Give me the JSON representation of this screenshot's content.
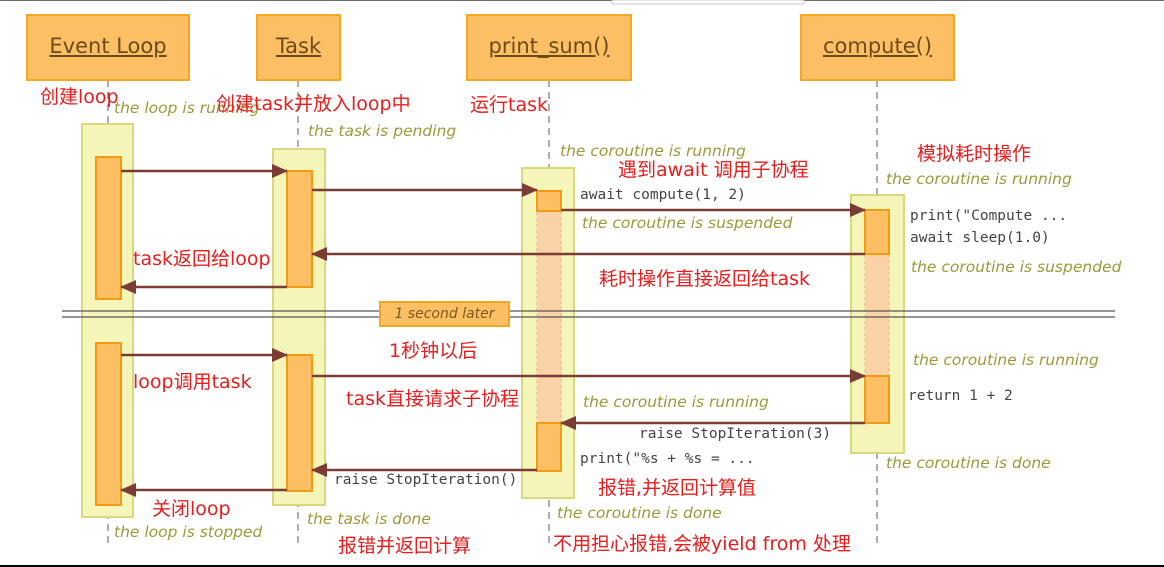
{
  "headers": {
    "event_loop": "Event Loop",
    "task": "Task",
    "print_sum": "print_sum()",
    "compute": "compute()"
  },
  "notes": {
    "loop_running": "the loop is running",
    "task_pending": "the task is pending",
    "printsum_running_1": "the coroutine is running",
    "compute_running_1": "the coroutine is running",
    "printsum_suspended": "the coroutine is suspended",
    "compute_suspended": "the coroutine is suspended",
    "compute_running_2": "the coroutine is running",
    "printsum_running_2": "the coroutine is running",
    "compute_done": "the coroutine is done",
    "printsum_done": "the coroutine is done",
    "task_done": "the task is done",
    "loop_stopped": "the loop is stopped"
  },
  "code": {
    "await_compute": "await compute(1, 2)",
    "print_compute": "print(\"Compute ...",
    "await_sleep": "await sleep(1.0)",
    "return_sum": "return 1 + 2",
    "stopiter_3": "raise StopIteration(3)",
    "print_sum": "print(\"%s + %s = ...",
    "stopiter_none": "raise StopIteration()"
  },
  "separator_label": "1 second later",
  "cn": {
    "create_loop": "创建loop",
    "create_task": "创建task并放入loop中",
    "run_task": "运行task",
    "await_call": "遇到await 调用子协程",
    "simulate": "模拟耗时操作",
    "task_back_loop": "task返回给loop",
    "direct_back_task": "耗时操作直接返回给task",
    "one_sec_later": "1秒钟以后",
    "loop_calls_task": "loop调用task",
    "task_req_sub": "task直接请求子协程",
    "error_return_value": "报错,并返回计算值",
    "close_loop": "关闭loop",
    "error_return_calc": "报错并返回计算",
    "no_worry": "不用担心报错,会被yield from 处理"
  },
  "colors": {
    "header_fill": "#fdbf63",
    "header_border": "#f5a623",
    "activation_fill": "#fdbf63",
    "activation_border": "#f39c12",
    "band_fill": "#f6f5b9",
    "band_border": "#d8d97e",
    "arrow": "#7a3c33",
    "cn_text": "#e61e1e",
    "note_text": "#9a9a3a"
  }
}
